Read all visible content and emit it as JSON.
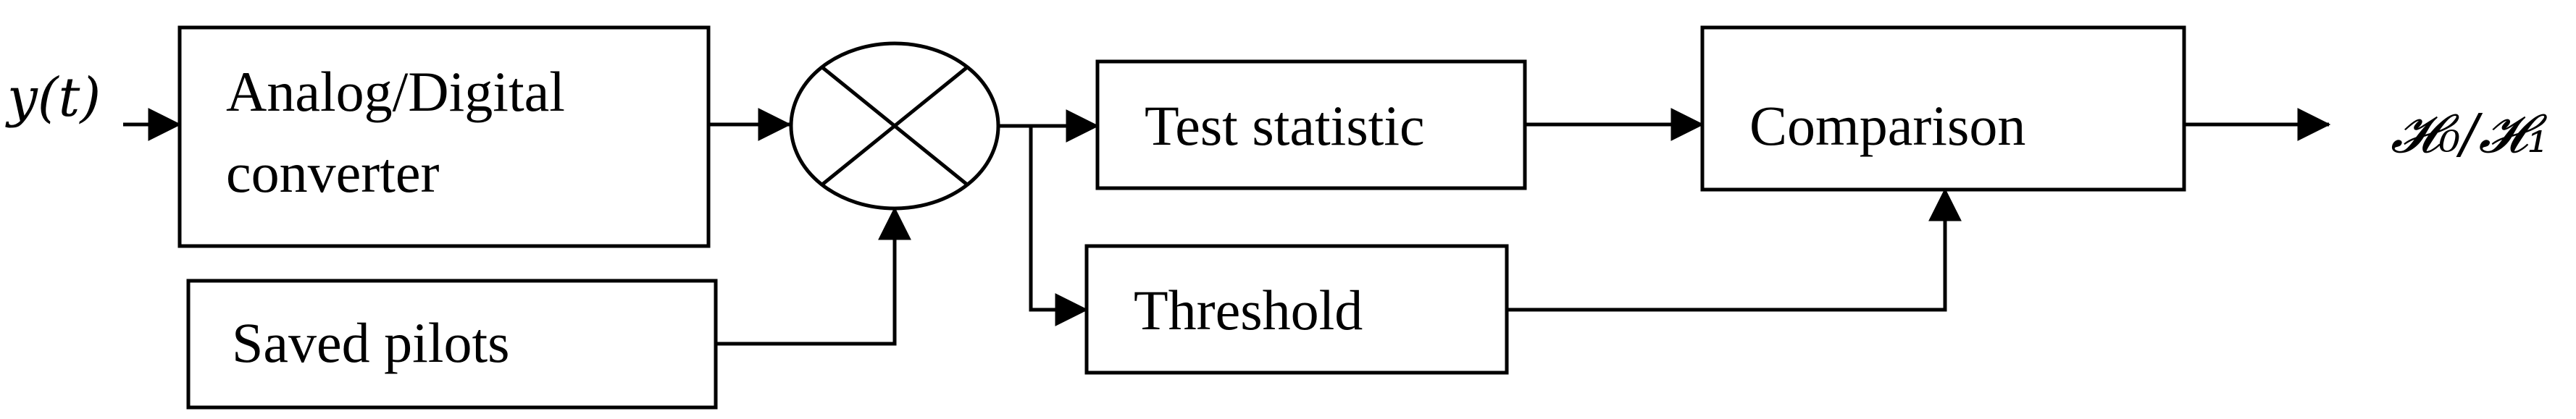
{
  "diagram": {
    "input_signal": "y(t)",
    "blocks": {
      "adc_line1": "Analog/Digital",
      "adc_line2": "converter",
      "saved_pilots": "Saved pilots",
      "test_statistic": "Test statistic",
      "threshold": "Threshold",
      "comparison": "Comparison"
    },
    "output_decision": "𝓗₀/𝓗₁",
    "multiplier_symbol": "multiply-circle-icon"
  }
}
